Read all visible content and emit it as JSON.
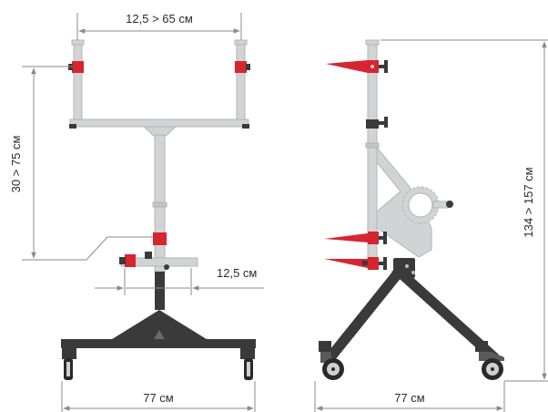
{
  "dimensions": {
    "top_width": "12,5 > 65 см",
    "left_height": "30 > 75 см",
    "clamp_width": "12,5 см",
    "front_base_width": "77 см",
    "side_base_width": "77 см",
    "total_height": "134 > 157 см"
  },
  "colors": {
    "tube": "#d2d3d5",
    "tube_edge": "#b4b5b7",
    "frame": "#3a3a3a",
    "clamp": "#d62530",
    "dimension_line": "#8a8a8a",
    "text": "#2b2b2b"
  },
  "icons": {
    "arrow": "filled-triangle-arrowhead",
    "knob": "t-handle-knob",
    "wheel": "caster-wheel"
  }
}
